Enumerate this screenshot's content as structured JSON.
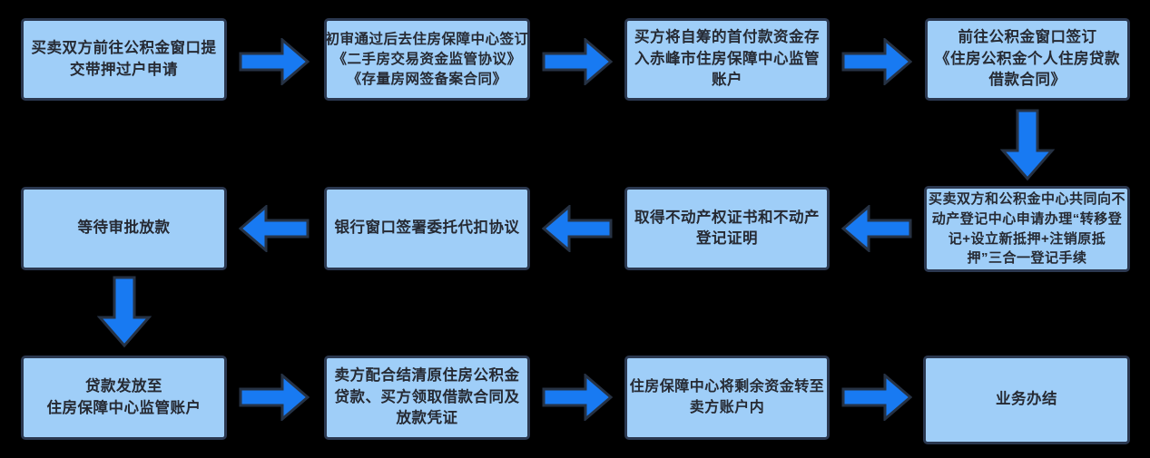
{
  "diagram": {
    "type": "flowchart",
    "background": "#000000",
    "colors": {
      "box_fill": "#9fcef8",
      "box_border": "#2b3850",
      "arrow_fill": "#187af2",
      "arrow_outline": "#263244",
      "text": "#262a33"
    },
    "steps": [
      {
        "id": 1,
        "row": 1,
        "col": 1,
        "label": "买卖双方前往公积金窗口提\n交带押过户申请"
      },
      {
        "id": 2,
        "row": 1,
        "col": 2,
        "label": "初审通过后去住房保障中心签订\n《二手房交易资金监管协议》\n《存量房网签备案合同》"
      },
      {
        "id": 3,
        "row": 1,
        "col": 3,
        "label": "买方将自筹的首付款资金存\n入赤峰市住房保障中心监管\n账户"
      },
      {
        "id": 4,
        "row": 1,
        "col": 4,
        "label": "前往公积金窗口签订\n《住房公积金个人住房贷款\n借款合同》"
      },
      {
        "id": 5,
        "row": 2,
        "col": 4,
        "label": "买卖双方和公积金中心共同向不\n动产登记中心申请办理“转移登\n记+设立新抵押+注销原抵\n押”三合一登记手续"
      },
      {
        "id": 6,
        "row": 2,
        "col": 3,
        "label": "取得不动产权证书和不动产\n登记证明"
      },
      {
        "id": 7,
        "row": 2,
        "col": 2,
        "label": "银行窗口签署委托代扣协议"
      },
      {
        "id": 8,
        "row": 2,
        "col": 1,
        "label": "等待审批放款"
      },
      {
        "id": 9,
        "row": 3,
        "col": 1,
        "label": "贷款发放至\n住房保障中心监管账户"
      },
      {
        "id": 10,
        "row": 3,
        "col": 2,
        "label": "卖方配合结清原住房公积金\n贷款、买方领取借款合同及\n放款凭证"
      },
      {
        "id": 11,
        "row": 3,
        "col": 3,
        "label": "住房保障中心将剩余资金转至\n卖方账户内"
      },
      {
        "id": 12,
        "row": 3,
        "col": 4,
        "label": "业务办结"
      }
    ],
    "arrows": [
      {
        "from": 1,
        "to": 2,
        "direction": "right"
      },
      {
        "from": 2,
        "to": 3,
        "direction": "right"
      },
      {
        "from": 3,
        "to": 4,
        "direction": "right"
      },
      {
        "from": 4,
        "to": 5,
        "direction": "down"
      },
      {
        "from": 5,
        "to": 6,
        "direction": "left"
      },
      {
        "from": 6,
        "to": 7,
        "direction": "left"
      },
      {
        "from": 7,
        "to": 8,
        "direction": "left"
      },
      {
        "from": 8,
        "to": 9,
        "direction": "down"
      },
      {
        "from": 9,
        "to": 10,
        "direction": "right"
      },
      {
        "from": 10,
        "to": 11,
        "direction": "right"
      },
      {
        "from": 11,
        "to": 12,
        "direction": "right"
      }
    ]
  }
}
